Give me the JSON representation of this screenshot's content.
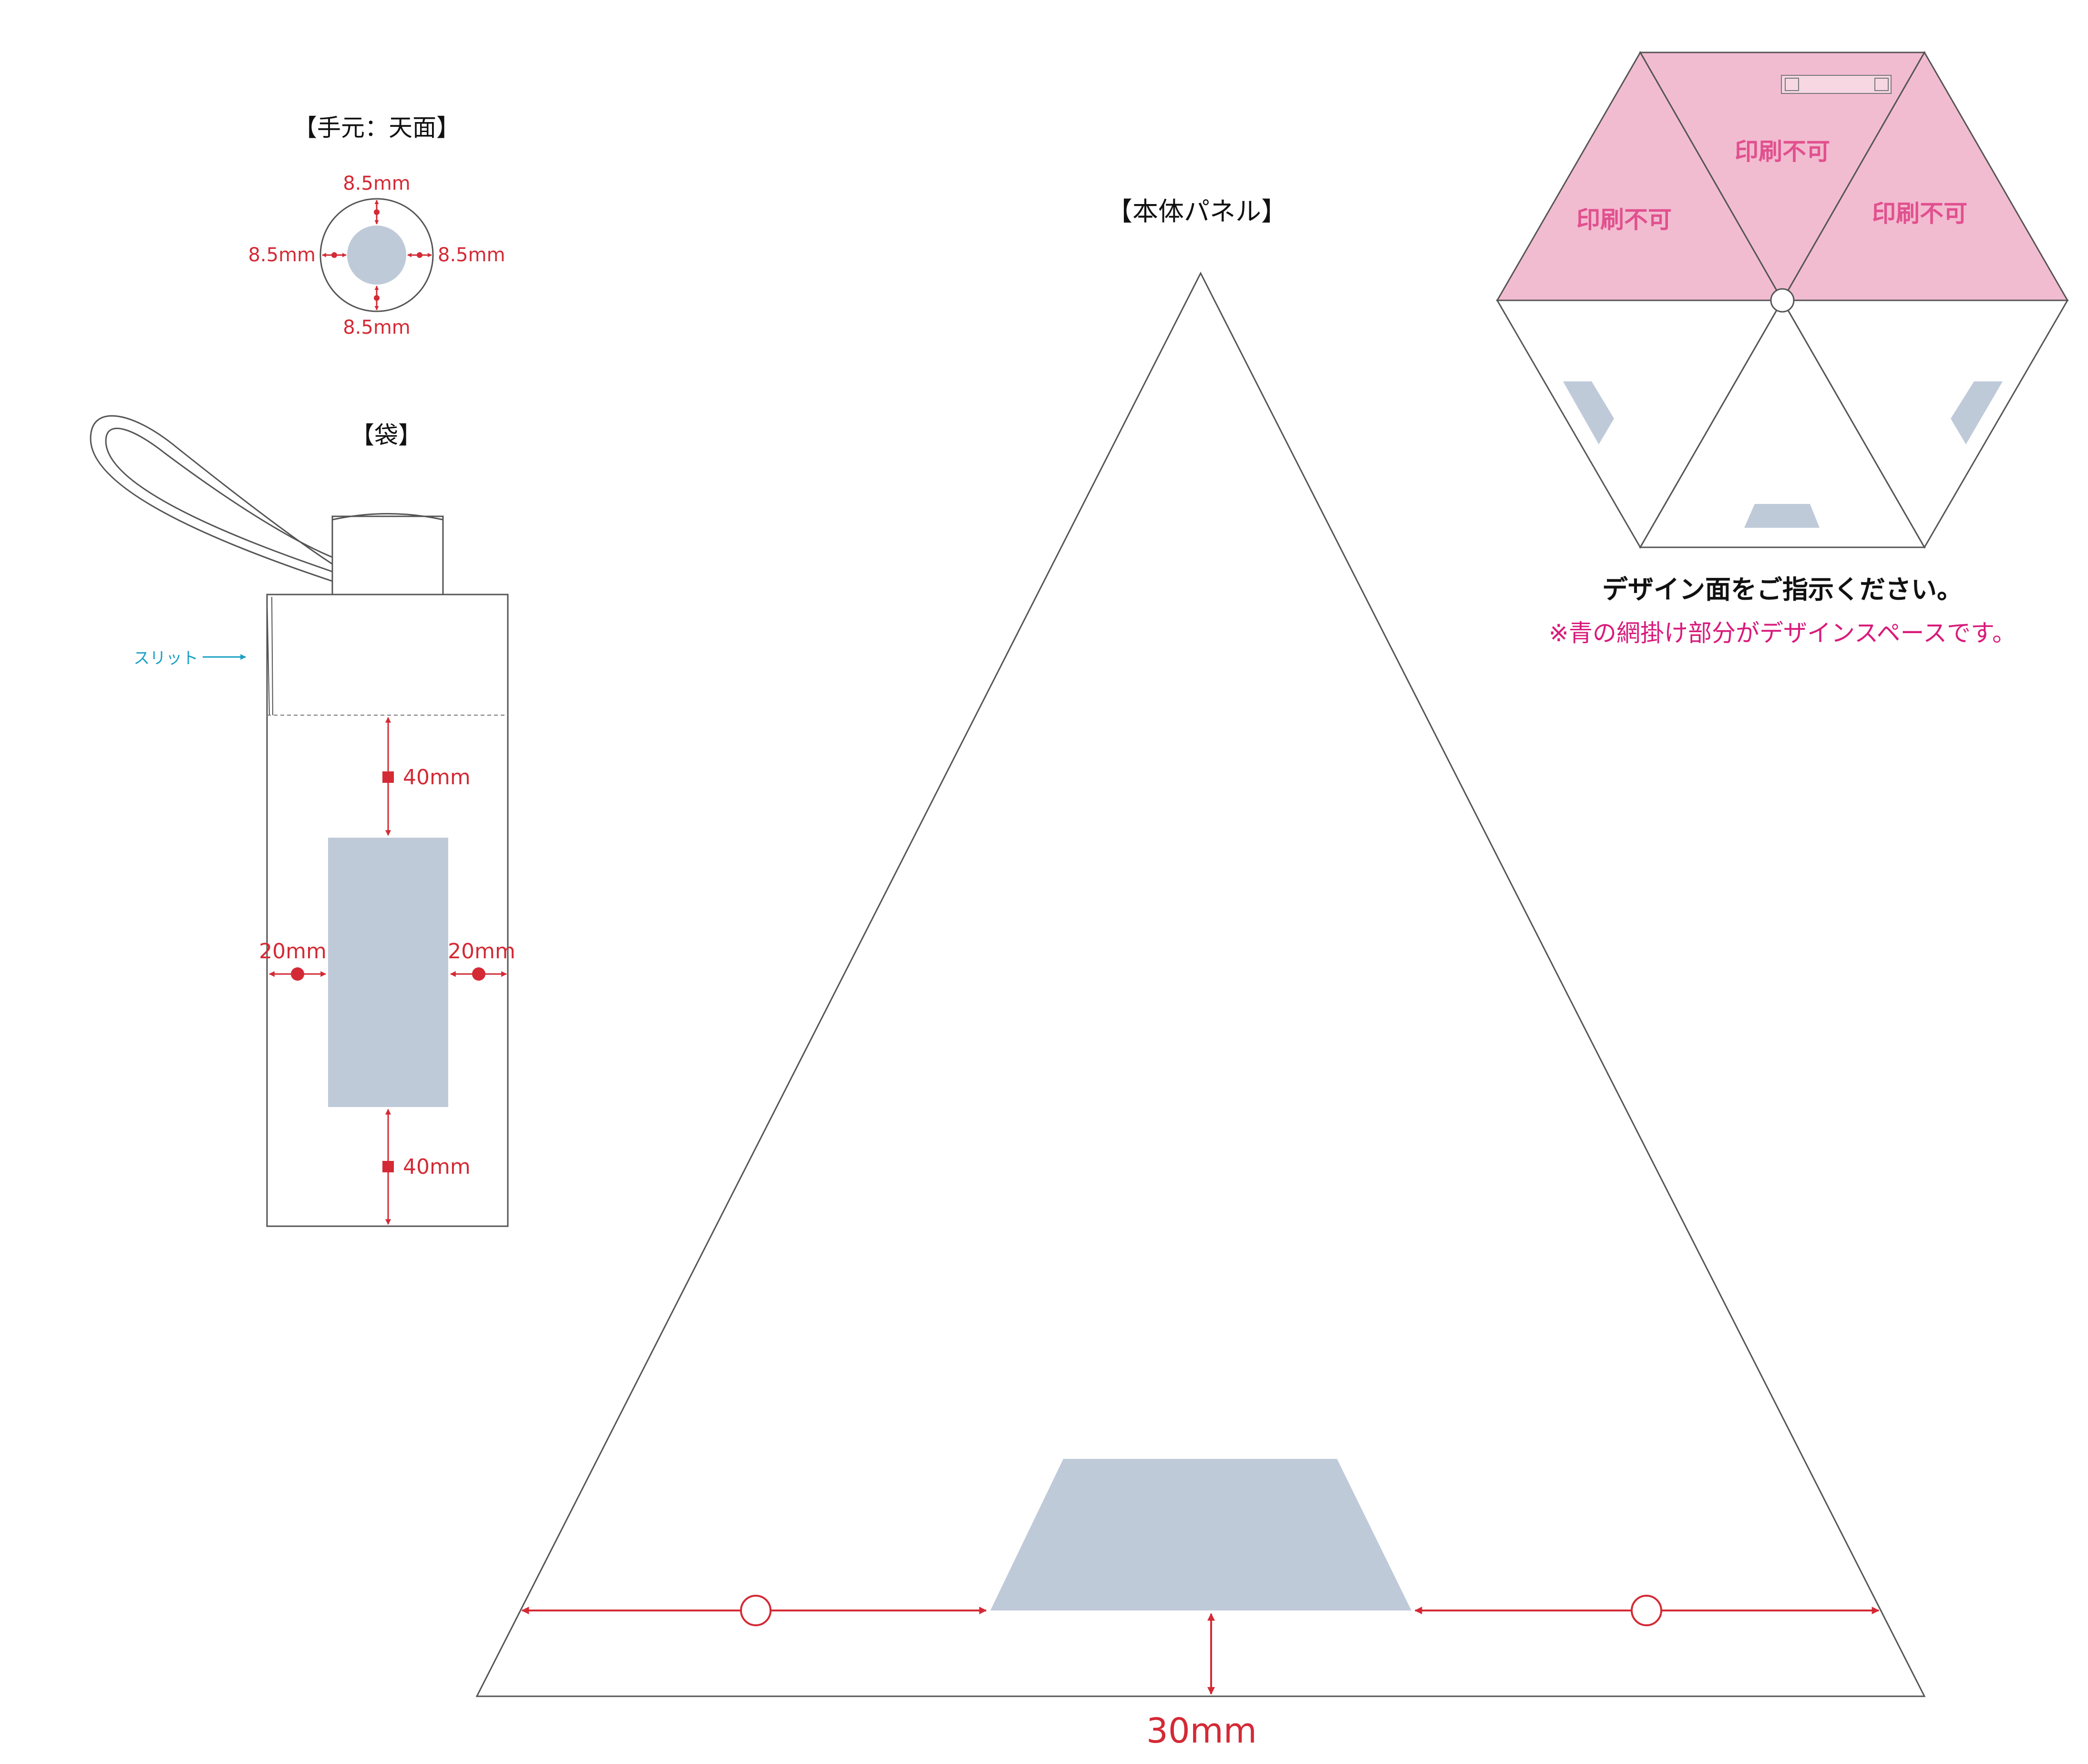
{
  "colors": {
    "dim": "#d32a35",
    "design_area": "#bfcad9",
    "no_print_fill": "#f2bcd0",
    "no_print_text": "#e1508f",
    "note_pink": "#d81b7b",
    "slit_blue": "#1aa0c4",
    "outline": "#555555"
  },
  "handle_top": {
    "title": "【手元：天面】",
    "dim_top": "8.5mm",
    "dim_left": "8.5mm",
    "dim_right": "8.5mm",
    "dim_bottom": "8.5mm"
  },
  "bag": {
    "title": "【袋】",
    "slit_label": "スリット",
    "dim_top": "40mm",
    "dim_left": "20mm",
    "dim_right": "20mm",
    "dim_bottom": "40mm"
  },
  "panel": {
    "title": "【本体パネル】",
    "dim_bottom": "30mm"
  },
  "overview": {
    "no_print_labels": [
      "印刷不可",
      "印刷不可",
      "印刷不可"
    ],
    "instruction": "デザイン面をご指示ください。",
    "note": "※青の網掛け部分がデザインスペースです。"
  }
}
